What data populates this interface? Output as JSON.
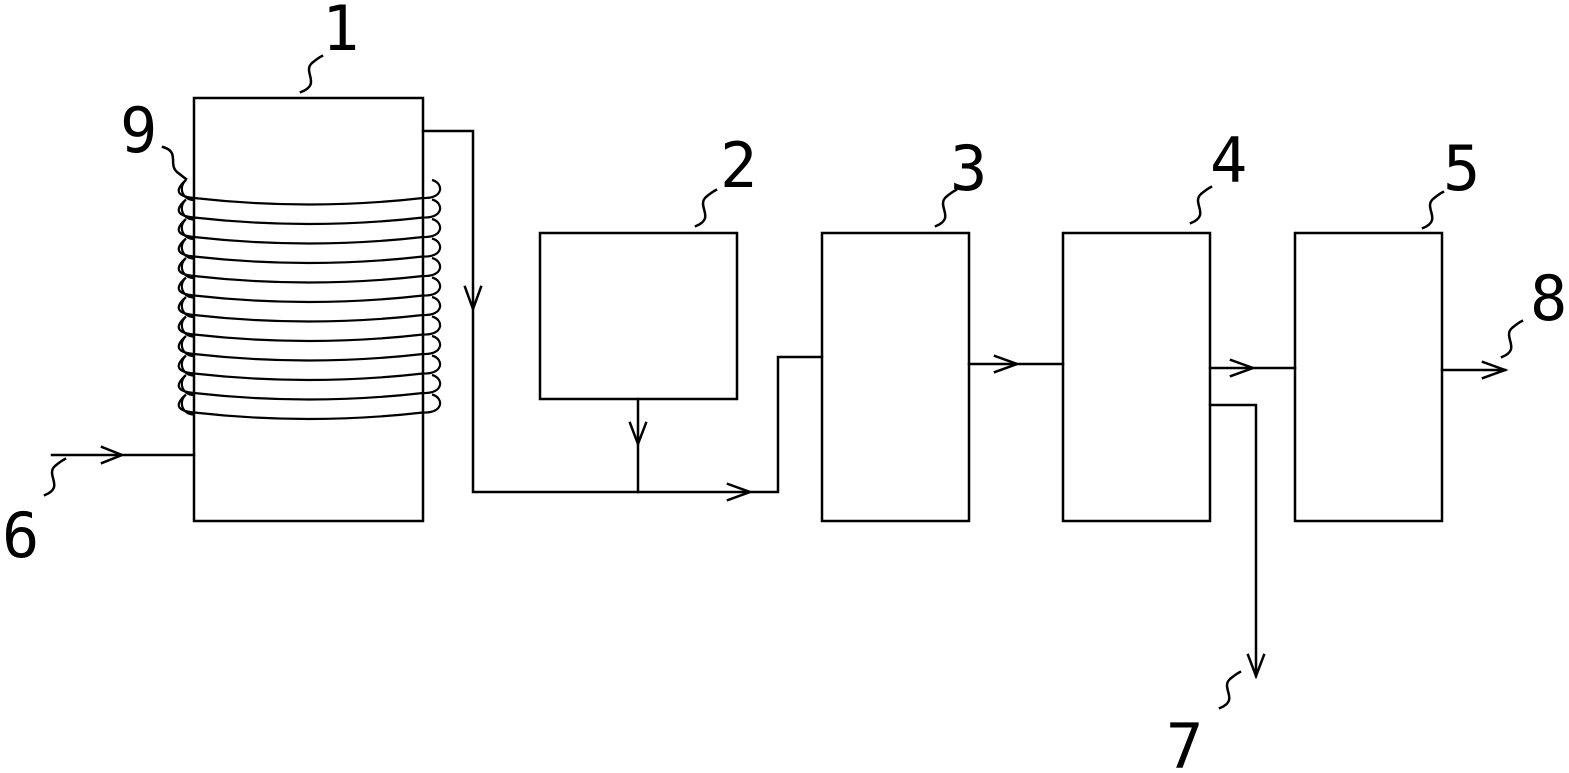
{
  "diagram": {
    "labels": {
      "label_1": "1",
      "label_2": "2",
      "label_3": "3",
      "label_4": "4",
      "label_5": "5",
      "label_6": "6",
      "label_7": "7",
      "label_8": "8",
      "label_9": "9"
    },
    "line_color": "#000000",
    "background": "#ffffff"
  }
}
